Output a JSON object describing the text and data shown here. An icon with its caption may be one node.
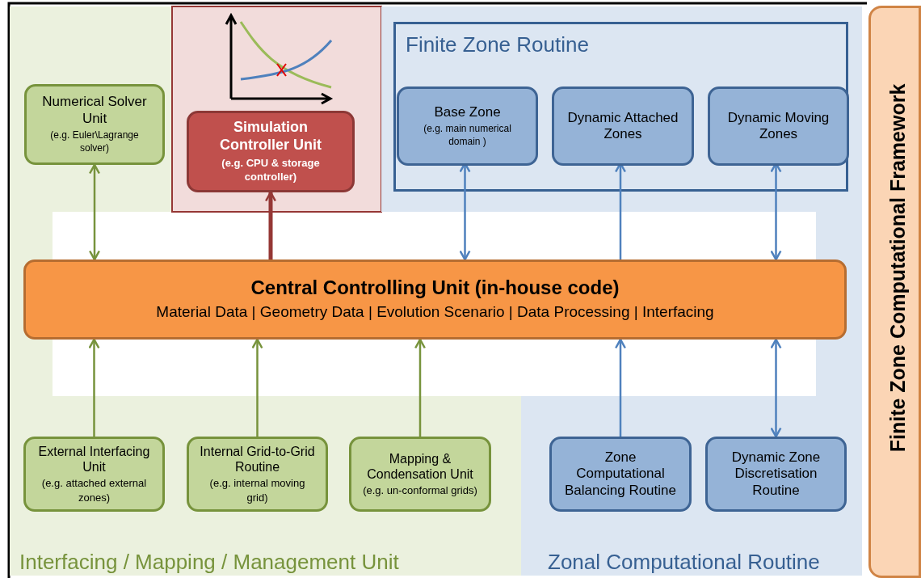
{
  "diagram": {
    "nodes": [
      {
        "text": [
          "Finite Zone Computational Framework"
        ]
      },
      {
        "text": [
          "Interfacing / Mapping / Management Unit"
        ]
      },
      {
        "text": [],
        "shape": "box"
      },
      {
        "text": [
          "Zonal Computational Routine"
        ]
      },
      {
        "text": [
          "Finite Zone Routine"
        ],
        "in": 3
      },
      {
        "text": [
          "Numerical Solver Unit",
          "(e.g. Euler\\Lagrange solver)"
        ],
        "in": 1
      },
      {
        "text": [
          "Simulation Controller Unit",
          "(e.g. CPU & storage controller)"
        ],
        "in": 2
      },
      {
        "text": [
          "Base Zone",
          "(e.g. main numerical domain )"
        ],
        "in": 4
      },
      {
        "text": [
          "Dynamic Attached Zones"
        ],
        "in": 4
      },
      {
        "text": [
          "Dynamic Moving Zones"
        ],
        "in": 4
      },
      {
        "text": [
          "Central Controlling Unit (in-house code)",
          "Material Data | Geometry Data | Evolution Scenario | Data Processing | Interfacing"
        ]
      },
      {
        "text": [
          "External Interfacing Unit",
          "(e.g. attached external zones)"
        ],
        "in": 1
      },
      {
        "text": [
          "Internal Grid-to-Grid Routine",
          "(e.g. internal moving grid)"
        ],
        "in": 1
      },
      {
        "text": [
          "Mapping & Condensation Unit",
          "(e.g. un-conformal grids)"
        ],
        "in": 1
      },
      {
        "text": [
          "Zone Computational Balancing Routine"
        ],
        "in": 3
      },
      {
        "text": [
          "Dynamic Zone Discretisation Routine"
        ],
        "in": 3
      }
    ],
    "edges": [
      {
        "from": 10,
        "to": 5,
        "arrow": "both",
        "color": "#77933c"
      },
      {
        "from": 10,
        "to": 6,
        "arrow": "to",
        "style": "thick",
        "color": "#953735"
      },
      {
        "from": 10,
        "to": 7,
        "arrow": "both"
      },
      {
        "from": 10,
        "to": 8,
        "arrow": "to"
      },
      {
        "from": 10,
        "to": 9,
        "arrow": "both"
      },
      {
        "from": 11,
        "to": 10,
        "arrow": "to",
        "color": "#77933c"
      },
      {
        "from": 12,
        "to": 10,
        "arrow": "to",
        "color": "#77933c"
      },
      {
        "from": 13,
        "to": 10,
        "arrow": "to",
        "color": "#77933c"
      },
      {
        "from": 14,
        "to": 10,
        "arrow": "to"
      },
      {
        "from": 15,
        "to": 10,
        "arrow": "both"
      }
    ]
  }
}
